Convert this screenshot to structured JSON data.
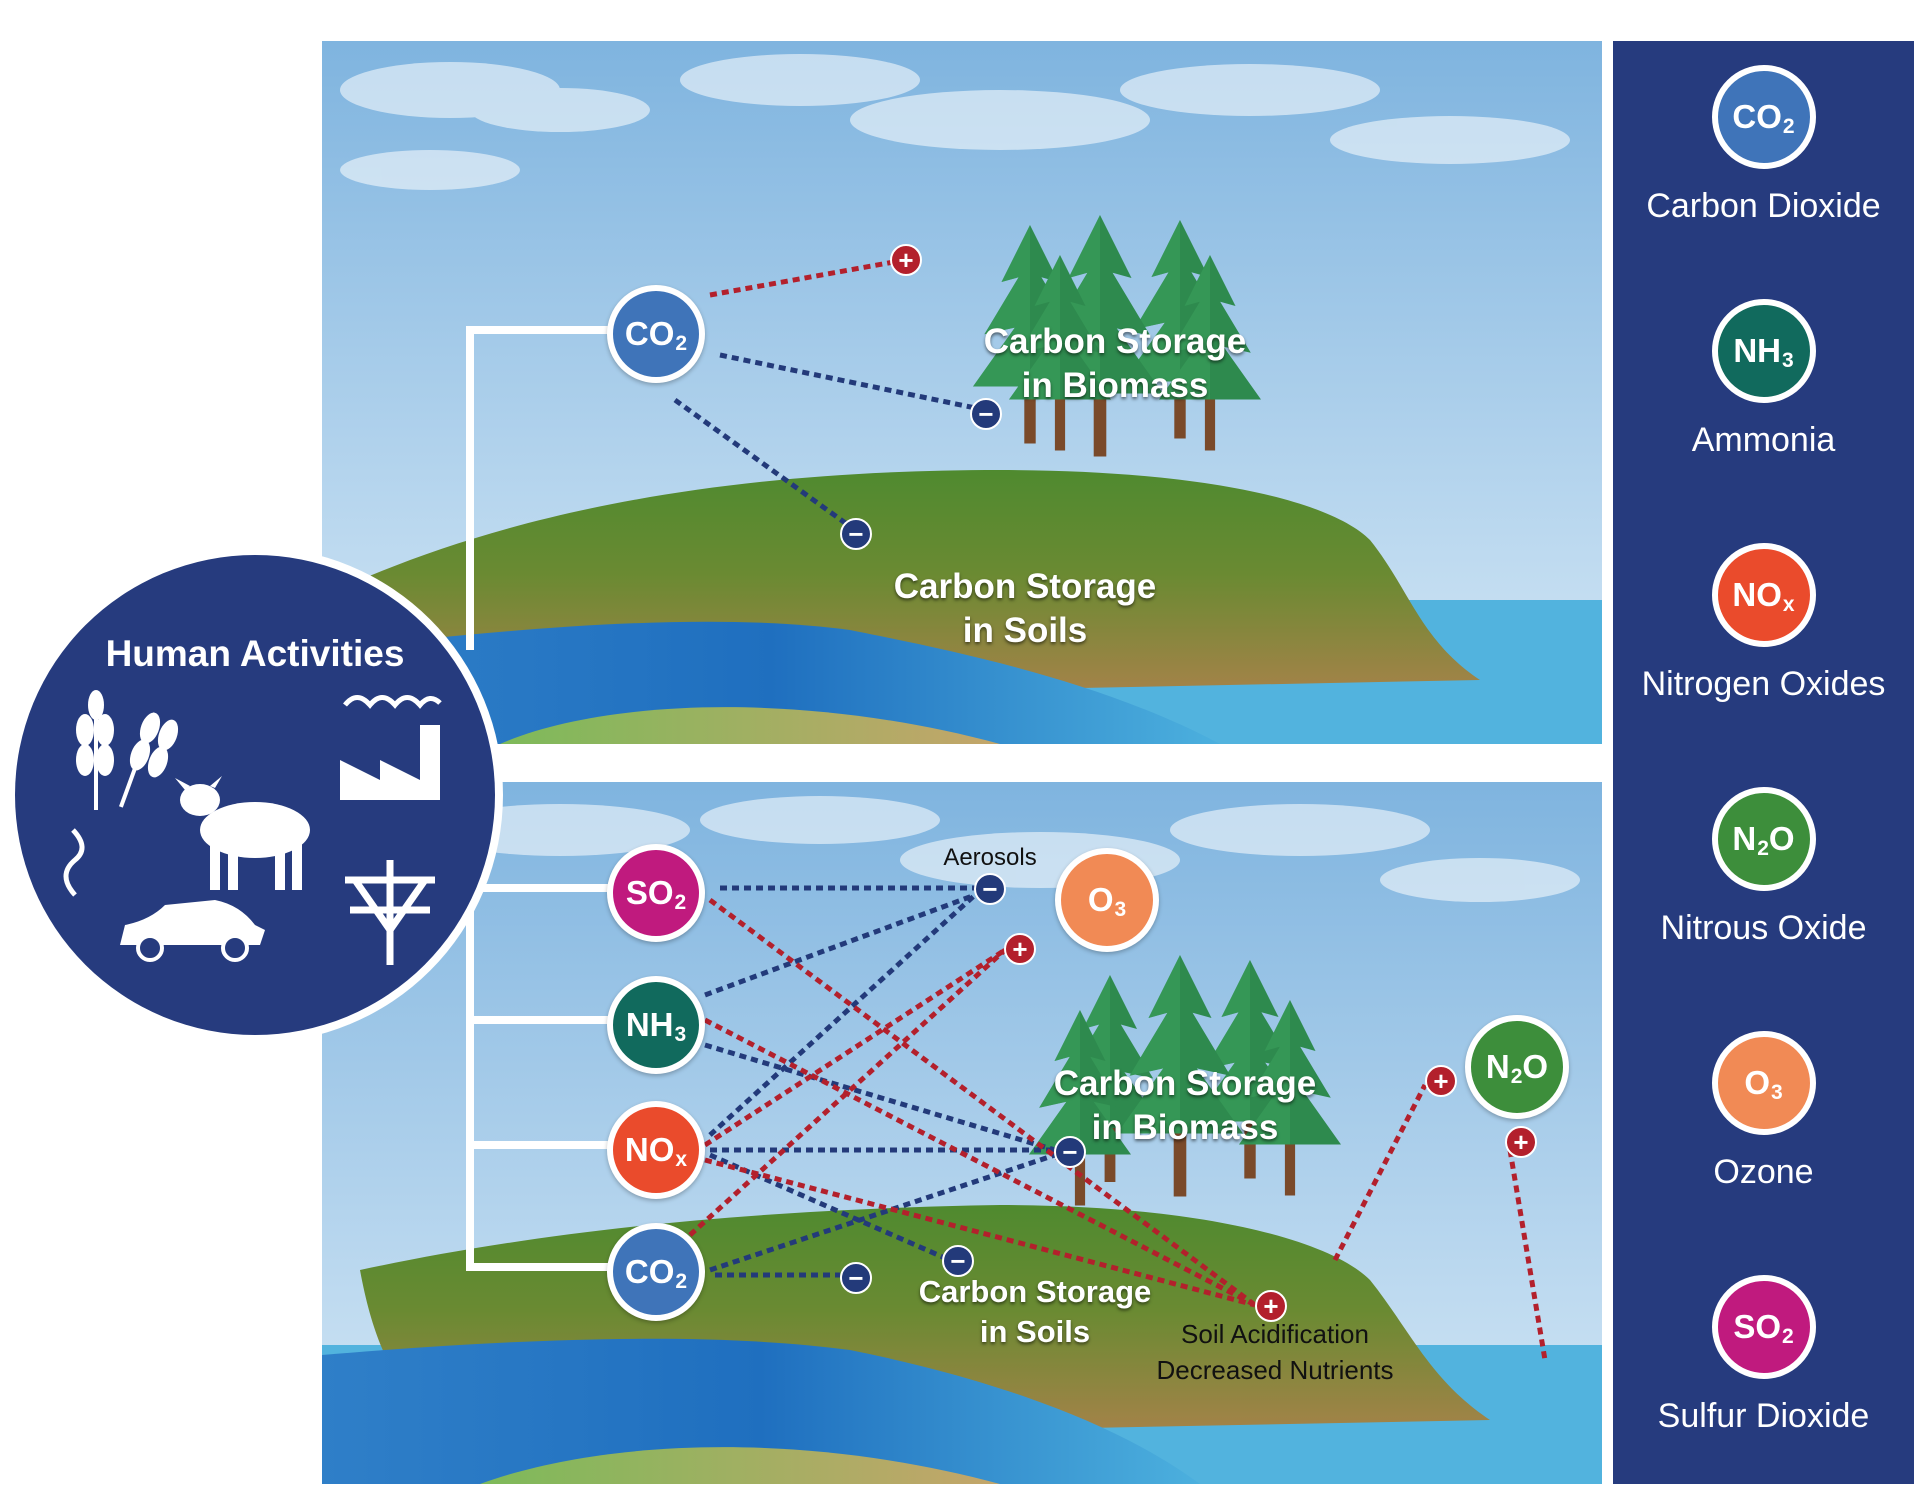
{
  "legend": [
    {
      "formula_main": "CO",
      "formula_sub": "2",
      "formula_tail": "",
      "name": "Carbon Dioxide",
      "color": "#3f74b9"
    },
    {
      "formula_main": "NH",
      "formula_sub": "3",
      "formula_tail": "",
      "name": "Ammonia",
      "color": "#116a5d"
    },
    {
      "formula_main": "NO",
      "formula_sub": "x",
      "formula_tail": "",
      "name": "Nitrogen Oxides",
      "color": "#ea4b2c"
    },
    {
      "formula_main": "N",
      "formula_sub": "2",
      "formula_tail": "O",
      "name": "Nitrous Oxide",
      "color": "#3d8e3b"
    },
    {
      "formula_main": "O",
      "formula_sub": "3",
      "formula_tail": "",
      "name": "Ozone",
      "color": "#f18a55"
    },
    {
      "formula_main": "SO",
      "formula_sub": "2",
      "formula_tail": "",
      "name": "Sulfur Dioxide",
      "color": "#c01a7e"
    }
  ],
  "human_activities": {
    "title": "Human Activities",
    "icons": [
      "wheat-icon",
      "cow-icon",
      "factory-icon",
      "car-icon",
      "power-tower-icon"
    ]
  },
  "top_panel": {
    "storage_biomass": [
      "Carbon Storage",
      "in Biomass"
    ],
    "storage_soils": [
      "Carbon Storage",
      "in Soils"
    ]
  },
  "bottom_panel": {
    "storage_biomass": [
      "Carbon Storage",
      "in Biomass"
    ],
    "storage_soils": [
      "Carbon Storage",
      "in Soils"
    ],
    "aerosols": "Aerosols",
    "soil_effects": [
      "Soil Acidification",
      "Decreased Nutrients"
    ]
  },
  "signs": {
    "plus": "+",
    "minus": "−"
  },
  "colors": {
    "legend_bg": "#263b7e",
    "plus": "#b3202c",
    "minus": "#233a7a",
    "sky_top": "#7fb4df",
    "sky_bottom": "#d5e8f6",
    "water": "#3d8fd0",
    "land": "#4f8a2f"
  }
}
